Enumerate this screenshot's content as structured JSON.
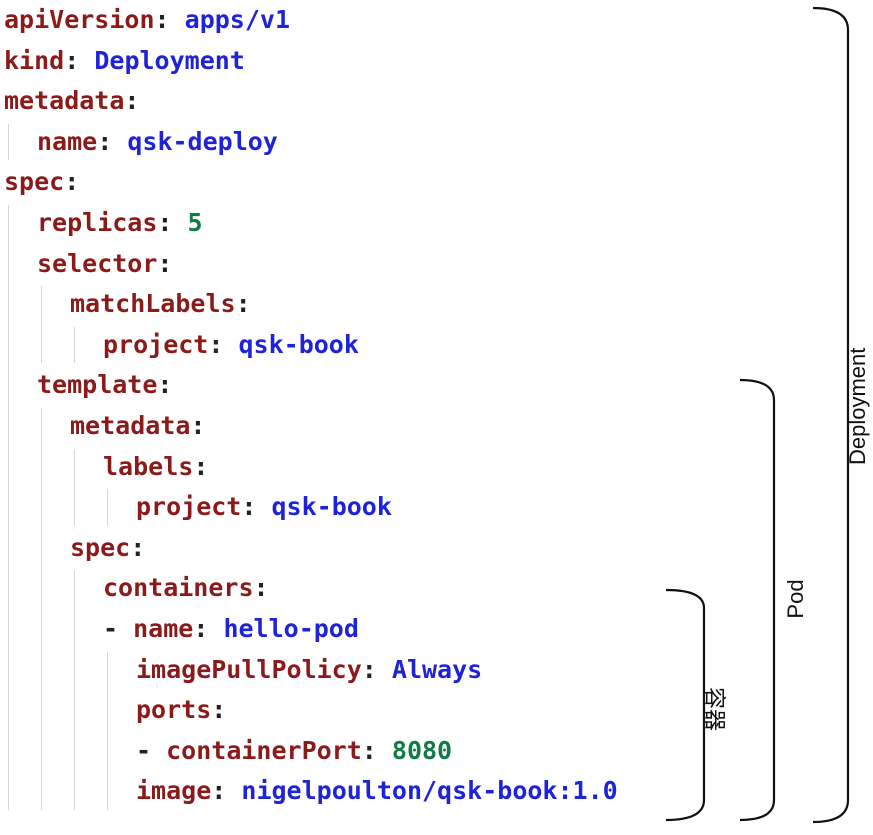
{
  "yaml_lines": [
    {
      "key": "apiVersion",
      "value": "apps/v1",
      "value_type": "string",
      "indent": 0
    },
    {
      "key": "kind",
      "value": "Deployment",
      "value_type": "string",
      "indent": 0
    },
    {
      "key": "metadata",
      "value": "",
      "value_type": "none",
      "indent": 0
    },
    {
      "key": "name",
      "value": "qsk-deploy",
      "value_type": "string",
      "indent": 1
    },
    {
      "key": "spec",
      "value": "",
      "value_type": "none",
      "indent": 0
    },
    {
      "key": "replicas",
      "value": "5",
      "value_type": "number",
      "indent": 1
    },
    {
      "key": "selector",
      "value": "",
      "value_type": "none",
      "indent": 1
    },
    {
      "key": "matchLabels",
      "value": "",
      "value_type": "none",
      "indent": 2
    },
    {
      "key": "project",
      "value": "qsk-book",
      "value_type": "string",
      "indent": 3
    },
    {
      "key": "template",
      "value": "",
      "value_type": "none",
      "indent": 1
    },
    {
      "key": "metadata",
      "value": "",
      "value_type": "none",
      "indent": 2
    },
    {
      "key": "labels",
      "value": "",
      "value_type": "none",
      "indent": 3
    },
    {
      "key": "project",
      "value": "qsk-book",
      "value_type": "string",
      "indent": 4
    },
    {
      "key": "spec",
      "value": "",
      "value_type": "none",
      "indent": 2
    },
    {
      "key": "containers",
      "value": "",
      "value_type": "none",
      "indent": 3
    },
    {
      "dash": true,
      "key": "name",
      "value": "hello-pod",
      "value_type": "string",
      "indent": 3
    },
    {
      "key": "imagePullPolicy",
      "value": "Always",
      "value_type": "string",
      "indent": 4
    },
    {
      "key": "ports",
      "value": "",
      "value_type": "none",
      "indent": 4
    },
    {
      "dash": true,
      "key": "containerPort",
      "value": "8080",
      "value_type": "number",
      "indent": 4
    },
    {
      "key": "image",
      "value": "nigelpoulton/qsk-book:1.0",
      "value_type": "string",
      "indent": 4
    }
  ],
  "brackets": {
    "deployment": {
      "label": "Deployment"
    },
    "pod": {
      "label": "Pod"
    },
    "container": {
      "label": "容器"
    }
  },
  "colors": {
    "key": "#8b1a1a",
    "string_value": "#1e23d8",
    "number_value": "#127a45",
    "punctuation": "#222222",
    "indent_guide": "#d6d6d6",
    "bracket": "#111111"
  }
}
